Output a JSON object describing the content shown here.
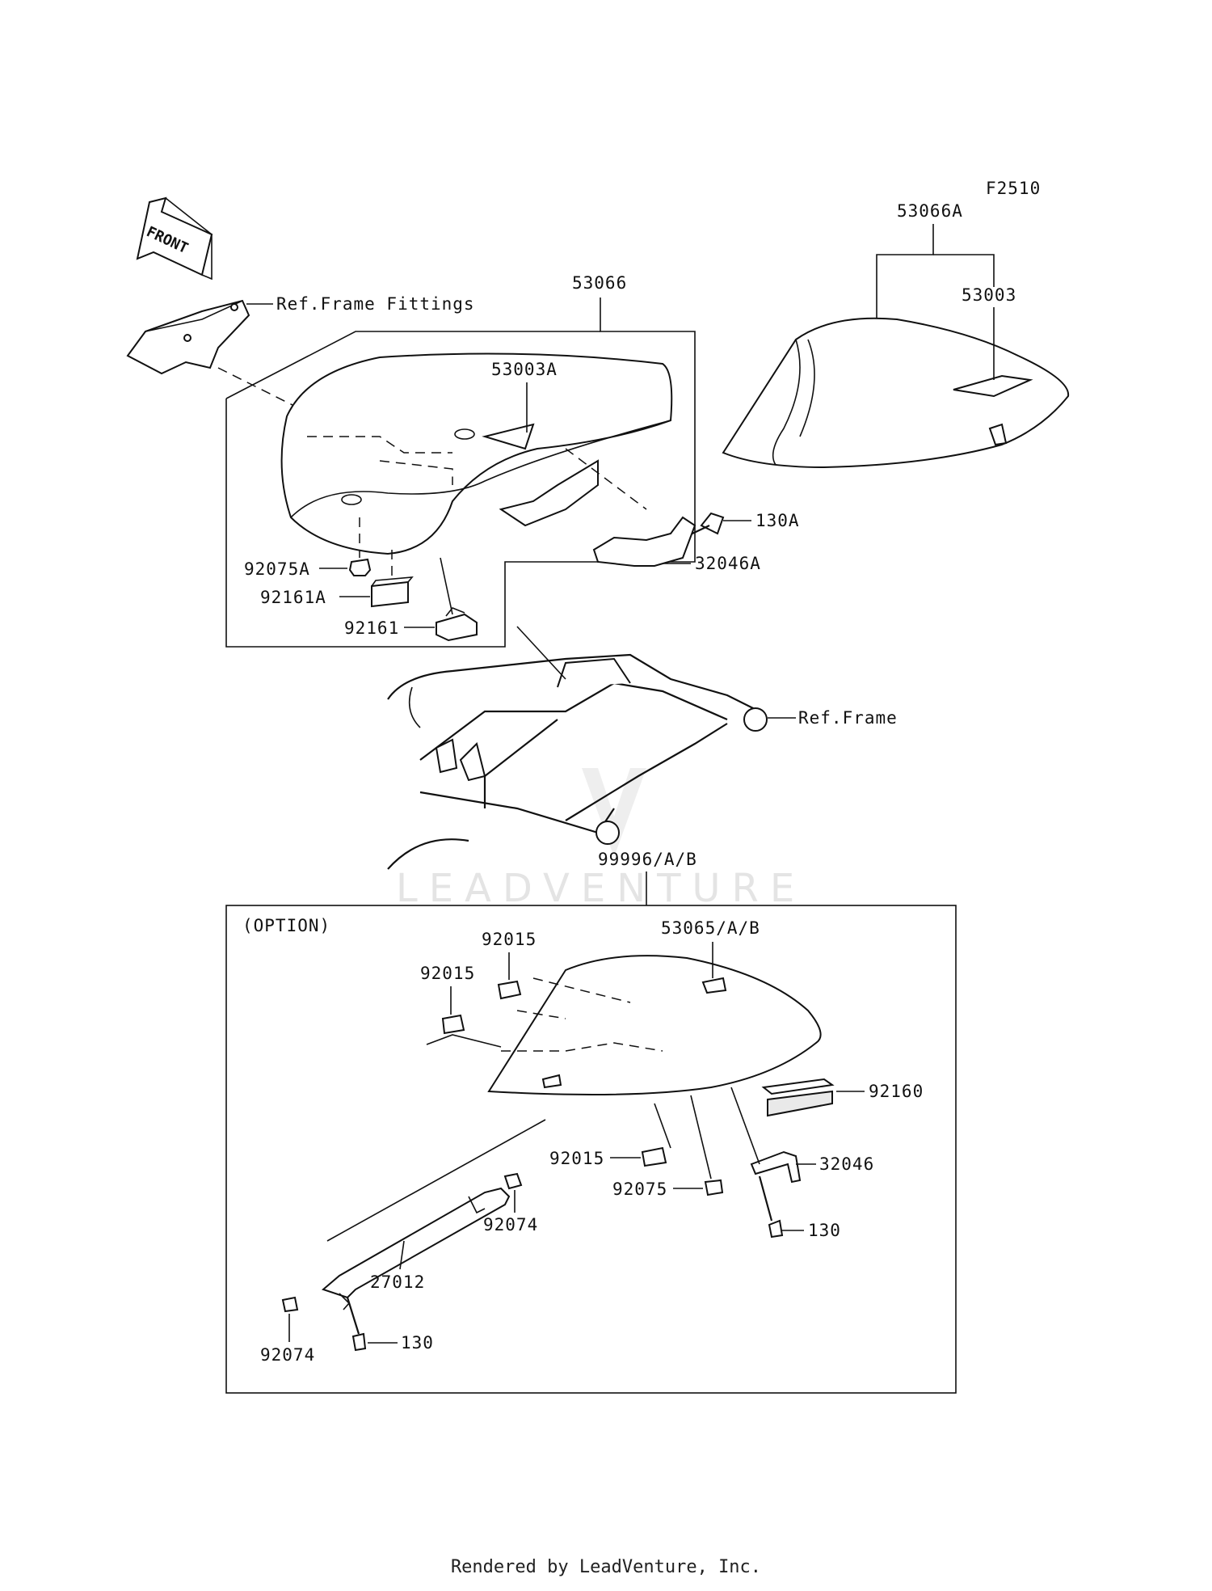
{
  "diagram_code": "F2510",
  "front_label": "FRONT",
  "option_label": "(OPTION)",
  "watermark": "LEADVENTURE",
  "footer": "Rendered by LeadVenture, Inc.",
  "callouts": {
    "ref_frame_fittings": "Ref.Frame Fittings",
    "p53066": "53066",
    "p53066A": "53066A",
    "p53003": "53003",
    "p53003A": "53003A",
    "p130A": "130A",
    "p32046A": "32046A",
    "p92075A": "92075A",
    "p92161A": "92161A",
    "p92161": "92161",
    "ref_frame": "Ref.Frame",
    "p99996": "99996/A/B",
    "p92015_a": "92015",
    "p92015_b": "92015",
    "p92015_c": "92015",
    "p53065": "53065/A/B",
    "p92160": "92160",
    "p32046": "32046",
    "p92075": "92075",
    "p92074_a": "92074",
    "p92074_b": "92074",
    "p27012": "27012",
    "p130_a": "130",
    "p130_b": "130"
  }
}
